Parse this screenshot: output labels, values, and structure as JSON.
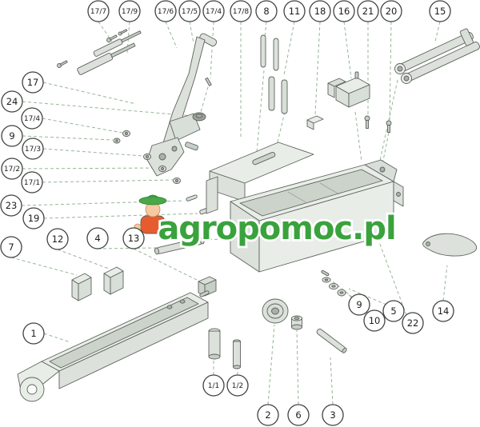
{
  "watermark": {
    "text": "agropomoc.pl",
    "color": "#3aa23d"
  },
  "colors": {
    "leader_line": "#98b598",
    "part_fill": "#e9ede8",
    "part_stroke": "#5c635b",
    "callout_stroke": "#3f443f",
    "background": "#ffffff"
  },
  "callouts": [
    {
      "label": "17/7"
    },
    {
      "label": "17/9"
    },
    {
      "label": "17/6"
    },
    {
      "label": "17/5"
    },
    {
      "label": "17/4"
    },
    {
      "label": "17/8"
    },
    {
      "label": "8"
    },
    {
      "label": "11"
    },
    {
      "label": "18"
    },
    {
      "label": "16"
    },
    {
      "label": "21"
    },
    {
      "label": "20"
    },
    {
      "label": "15"
    },
    {
      "label": "17"
    },
    {
      "label": "24"
    },
    {
      "label": "17/4"
    },
    {
      "label": "9"
    },
    {
      "label": "17/3"
    },
    {
      "label": "17/2"
    },
    {
      "label": "17/1"
    },
    {
      "label": "23"
    },
    {
      "label": "19"
    },
    {
      "label": "7"
    },
    {
      "label": "12"
    },
    {
      "label": "4"
    },
    {
      "label": "13"
    },
    {
      "label": "1"
    },
    {
      "label": "1/1"
    },
    {
      "label": "1/2"
    },
    {
      "label": "2"
    },
    {
      "label": "6"
    },
    {
      "label": "3"
    },
    {
      "label": "9"
    },
    {
      "label": "10"
    },
    {
      "label": "5"
    },
    {
      "label": "22"
    },
    {
      "label": "14"
    }
  ]
}
